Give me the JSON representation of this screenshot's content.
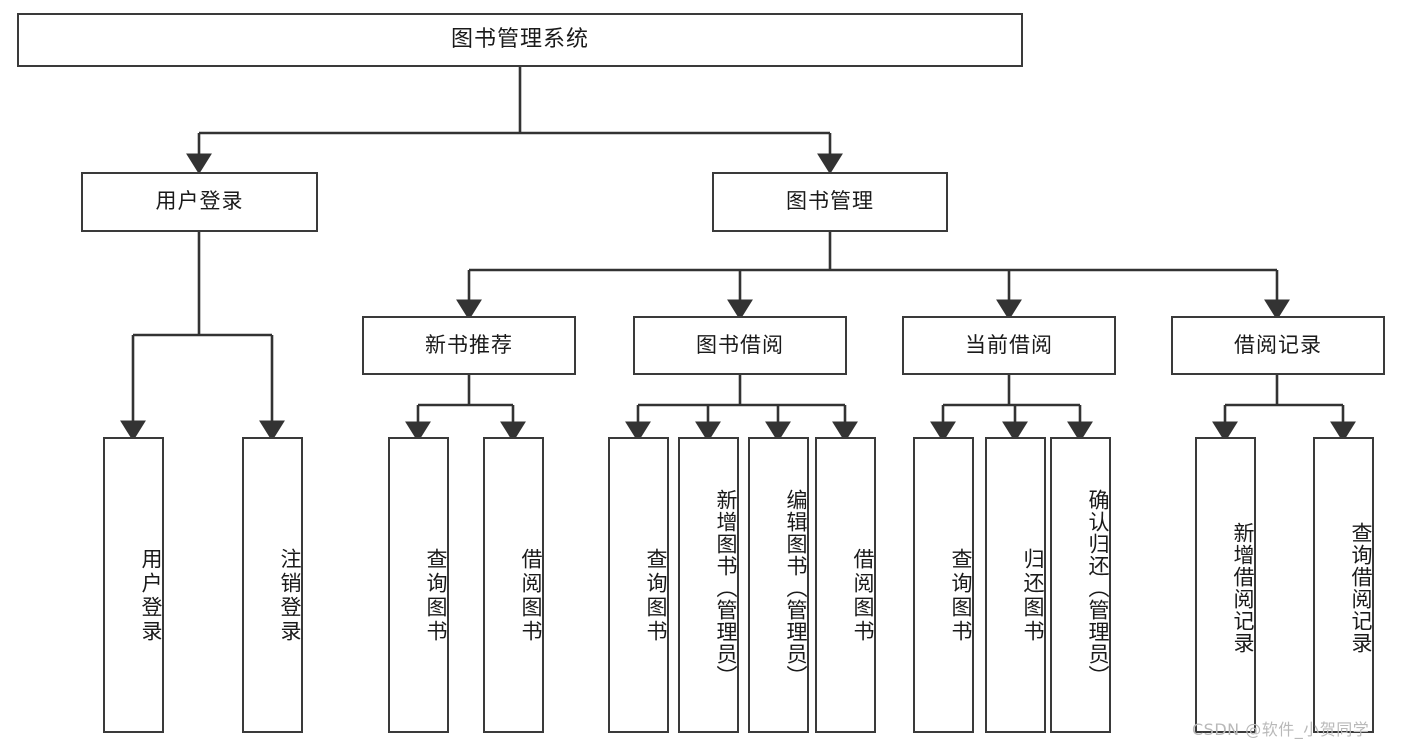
{
  "diagram": {
    "title": "图书管理系统",
    "type": "tree-hierarchy-diagram",
    "colors": {
      "box_border": "#3a3a3a",
      "box_fill": "#ffffff",
      "edge": "#333333",
      "text": "#1a1a1a",
      "watermark": "#b9b9b9",
      "canvas": "#ffffff"
    },
    "watermark": "CSDN @软件_小贺同学",
    "nodes": {
      "root": {
        "label": "图书管理系统"
      },
      "level1": [
        {
          "label": "用户登录"
        },
        {
          "label": "图书管理"
        }
      ],
      "level2": [
        {
          "label": "新书推荐"
        },
        {
          "label": "图书借阅"
        },
        {
          "label": "当前借阅"
        },
        {
          "label": "借阅记录"
        }
      ],
      "leaves": [
        {
          "label": "用户登录",
          "parent": "用户登录"
        },
        {
          "label": "注销登录",
          "parent": "用户登录"
        },
        {
          "label": "查询图书",
          "parent": "新书推荐"
        },
        {
          "label": "借阅图书",
          "parent": "新书推荐"
        },
        {
          "label": "查询图书",
          "parent": "图书借阅"
        },
        {
          "label": "新增图书（管理员）",
          "parent": "图书借阅"
        },
        {
          "label": "编辑图书（管理员）",
          "parent": "图书借阅"
        },
        {
          "label": "借阅图书",
          "parent": "图书借阅"
        },
        {
          "label": "查询图书",
          "parent": "当前借阅"
        },
        {
          "label": "归还图书",
          "parent": "当前借阅"
        },
        {
          "label": "确认归还（管理员）",
          "parent": "当前借阅"
        },
        {
          "label": "新增借阅记录",
          "parent": "借阅记录"
        },
        {
          "label": "查询借阅记录",
          "parent": "借阅记录"
        }
      ]
    }
  }
}
